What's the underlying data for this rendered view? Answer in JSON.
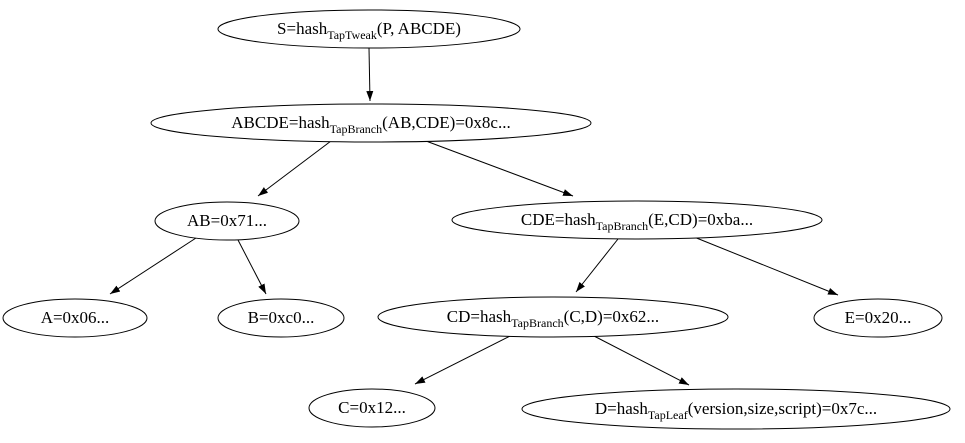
{
  "diagram_type": "tree",
  "colors": {
    "background": "#ffffff",
    "node_fill": "#ffffff",
    "node_stroke": "#000000",
    "text": "#000000",
    "edge": "#000000"
  },
  "nodes": {
    "s": {
      "pre": "S=hash",
      "sub": "TapTweak",
      "post": "(P, ABCDE)"
    },
    "abcde": {
      "pre": "ABCDE=hash",
      "sub": "TapBranch",
      "post": "(AB,CDE)=0x8c..."
    },
    "ab": {
      "pre": "AB=0x71...",
      "sub": "",
      "post": ""
    },
    "cde": {
      "pre": "CDE=hash",
      "sub": "TapBranch",
      "post": "(E,CD)=0xba..."
    },
    "a": {
      "pre": "A=0x06...",
      "sub": "",
      "post": ""
    },
    "b": {
      "pre": "B=0xc0...",
      "sub": "",
      "post": ""
    },
    "cd": {
      "pre": "CD=hash",
      "sub": "TapBranch",
      "post": "(C,D)=0x62..."
    },
    "e": {
      "pre": "E=0x20...",
      "sub": "",
      "post": ""
    },
    "c": {
      "pre": "C=0x12...",
      "sub": "",
      "post": ""
    },
    "d": {
      "pre": "D=hash",
      "sub": "TapLeaf",
      "post": "(version,size,script)=0x7c..."
    }
  },
  "edges": [
    {
      "from": "s",
      "to": "abcde"
    },
    {
      "from": "abcde",
      "to": "ab"
    },
    {
      "from": "abcde",
      "to": "cde"
    },
    {
      "from": "ab",
      "to": "a"
    },
    {
      "from": "ab",
      "to": "b"
    },
    {
      "from": "cde",
      "to": "cd"
    },
    {
      "from": "cde",
      "to": "e"
    },
    {
      "from": "cd",
      "to": "c"
    },
    {
      "from": "cd",
      "to": "d"
    }
  ]
}
